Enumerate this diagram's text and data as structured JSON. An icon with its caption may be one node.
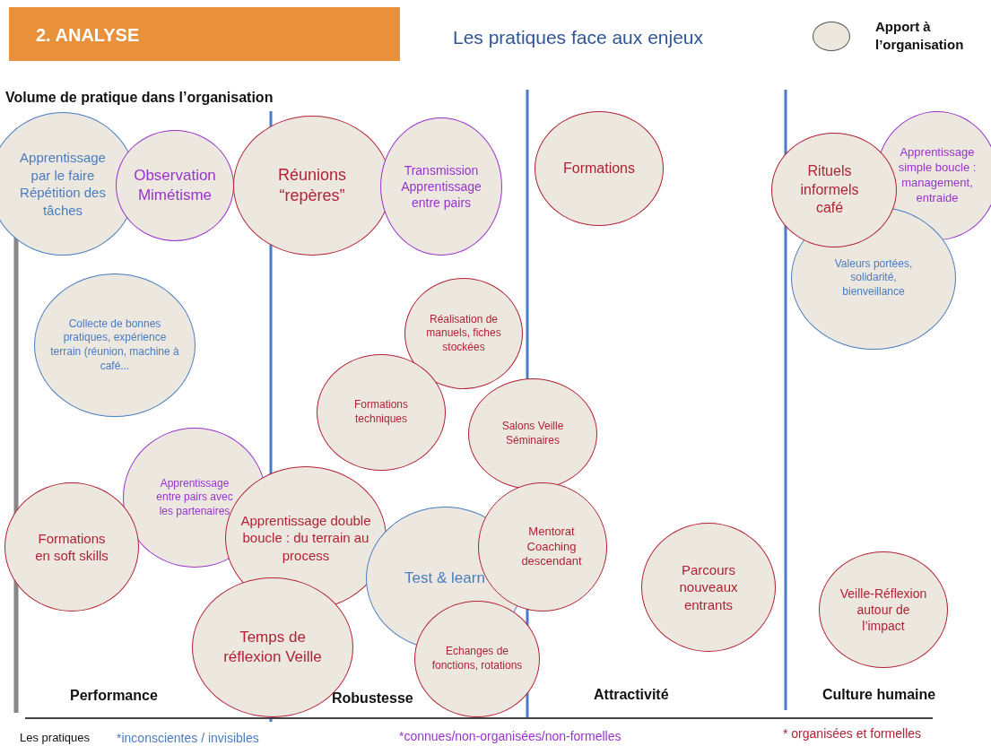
{
  "diagram": {
    "title": "Les pratiques face aux enjeux",
    "nodes": [
      {
        "text": [
          "Apprentissage par le faire Répétition des tâches"
        ]
      },
      {
        "text": [
          "Observation Mimétisme"
        ]
      },
      {
        "text": [
          "Réunions “repères”"
        ]
      },
      {
        "text": [
          "Transmission Apprentissage entre pairs"
        ]
      },
      {
        "text": [
          "Formations"
        ]
      },
      {
        "text": [
          "Rituels informels café"
        ]
      },
      {
        "text": [
          "Apprentissage simple boucle : management, entraide"
        ]
      },
      {
        "text": [
          "Valeurs portées, solidarité, bienveillance"
        ]
      },
      {
        "text": [
          "Collecte de bonnes pratiques, expérience terrain (réunion, machine à café..."
        ]
      },
      {
        "text": [
          "Réalisation de manuels, fiches stockées"
        ]
      },
      {
        "text": [
          "Formations techniques"
        ]
      },
      {
        "text": [
          "Salons Veille Séminaires"
        ]
      },
      {
        "text": [
          "Apprentissage entre pairs avec les partenaires"
        ]
      },
      {
        "text": [
          "Formations en soft skills"
        ]
      },
      {
        "text": [
          "Apprentissage double boucle : du terrain au process"
        ]
      },
      {
        "text": [
          "Mentorat Coaching descendant"
        ]
      },
      {
        "text": [
          "Test & learn"
        ]
      },
      {
        "text": [
          "Parcours nouveaux entrants"
        ]
      },
      {
        "text": [
          "Veille-Réflexion autour de l’impact"
        ]
      },
      {
        "text": [
          "Temps de réflexion Veille"
        ]
      },
      {
        "text": [
          "Echanges de fonctions, rotations"
        ]
      }
    ],
    "labels": [
      "2. ANALYSE",
      "Volume de pratique dans l’organisation",
      "Performance",
      "Robustesse",
      "Attractivité",
      "Culture humaine",
      "Les pratiques"
    ],
    "legend": [
      {
        "text": "Apport à l’organisation"
      },
      {
        "text": "*inconscientes / invisibles",
        "color": "#4a7cc0"
      },
      {
        "text": "*connues/non-organisées/non-formelles",
        "color": "#9933cc"
      },
      {
        "text": "* organisées et formelles",
        "color": "#b22234"
      }
    ]
  }
}
